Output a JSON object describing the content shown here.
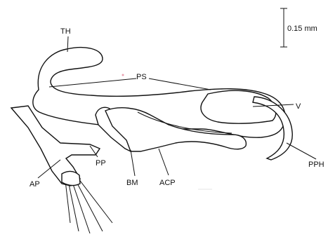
{
  "scale_bar": {
    "label": "0.15 mm"
  },
  "labels": {
    "th": "TH",
    "ps": "PS",
    "v": "V",
    "pph": "PPH",
    "pp": "PP",
    "bm": "BM",
    "acp": "ACP",
    "ap": "AP"
  }
}
